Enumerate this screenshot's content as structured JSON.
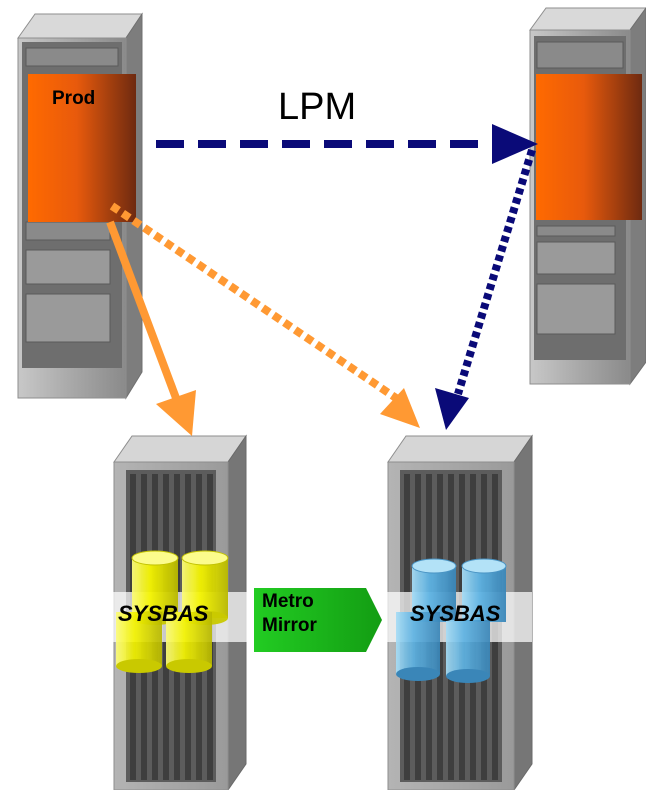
{
  "labels": {
    "prod": "Prod",
    "lpm": "LPM",
    "sysbas_left": "SYSBAS",
    "sysbas_right": "SYSBAS",
    "metro_line1": "Metro",
    "metro_line2": "Mirror"
  },
  "colors": {
    "server_gray": "#9c9c9c",
    "lpar_orange": "#ff6600",
    "lpar_dark": "#7a2e10",
    "lpm_arrow": "#0a0a78",
    "attach_arrow": "#ff9933",
    "disk_yellow": "#f5f500",
    "disk_blue": "#5aaee0",
    "mirror_green": "#1fbf1f"
  }
}
